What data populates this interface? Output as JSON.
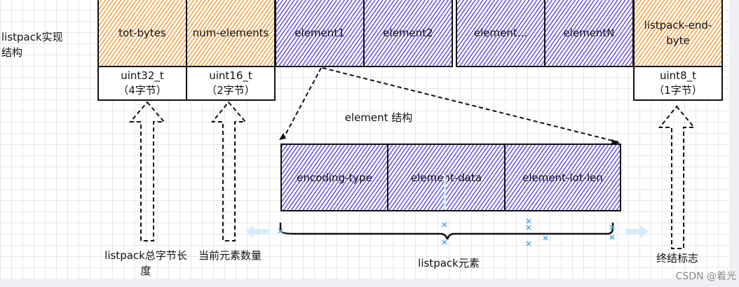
{
  "title": "listpack实现结构",
  "fields": [
    {
      "label": "tot-bytes",
      "type": "uint32_t",
      "size": "（4字节）",
      "color": "orange"
    },
    {
      "label": "num-elements",
      "type": "uint16_t",
      "size": "（2字节）",
      "color": "orange"
    },
    {
      "label": "element1",
      "color": "purple"
    },
    {
      "label": "element2",
      "color": "purple"
    },
    {
      "label": "element...",
      "color": "purple"
    },
    {
      "label": "elementN",
      "color": "purple"
    },
    {
      "label": "listpack-end-byte",
      "type": "uint8_t",
      "size": "（1字节）",
      "color": "orange"
    }
  ],
  "element_struct": {
    "title": "element 结构",
    "parts": [
      "encoding-type",
      "element-data",
      "element-lot-len"
    ]
  },
  "annotations": {
    "tot_bytes": "listpack总字节长度",
    "num_elements": "当前元素数量",
    "elements": "listpack元素",
    "end": "终结标志"
  },
  "watermark": "CSDN @着光",
  "colors": {
    "orange": "#f3a040",
    "purple": "#6a52d8"
  }
}
